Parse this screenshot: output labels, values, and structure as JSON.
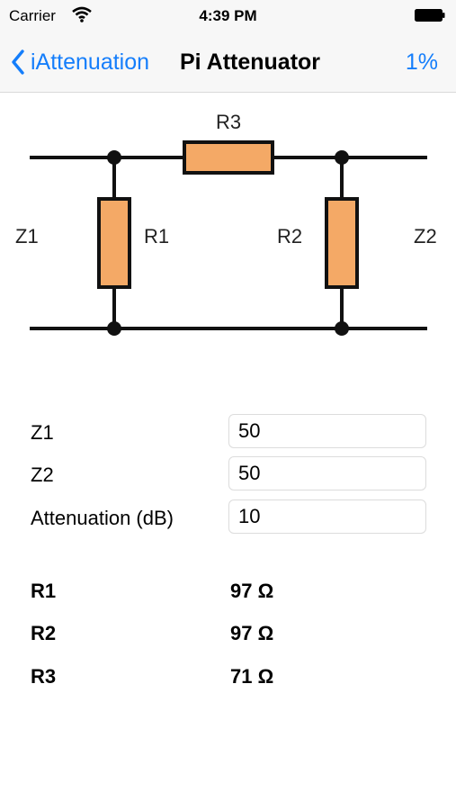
{
  "status_bar": {
    "carrier": "Carrier",
    "time": "4:39 PM"
  },
  "nav": {
    "back_label": "iAttenuation",
    "title": "Pi Attenuator",
    "right_label": "1%"
  },
  "diagram": {
    "labels": {
      "r3": "R3",
      "r1": "R1",
      "r2": "R2",
      "z1": "Z1",
      "z2": "Z2"
    },
    "colors": {
      "resistor_fill": "#f4a966",
      "wire": "#111111"
    }
  },
  "inputs": [
    {
      "label": "Z1",
      "value": "50"
    },
    {
      "label": "Z2",
      "value": "50"
    },
    {
      "label": "Attenuation (dB)",
      "value": "10"
    }
  ],
  "results": [
    {
      "label": "R1",
      "value": "97 Ω"
    },
    {
      "label": "R2",
      "value": "97 Ω"
    },
    {
      "label": "R3",
      "value": "71 Ω"
    }
  ],
  "colors": {
    "accent": "#157efb",
    "background": "#ffffff",
    "bar_background": "#f7f7f7"
  }
}
